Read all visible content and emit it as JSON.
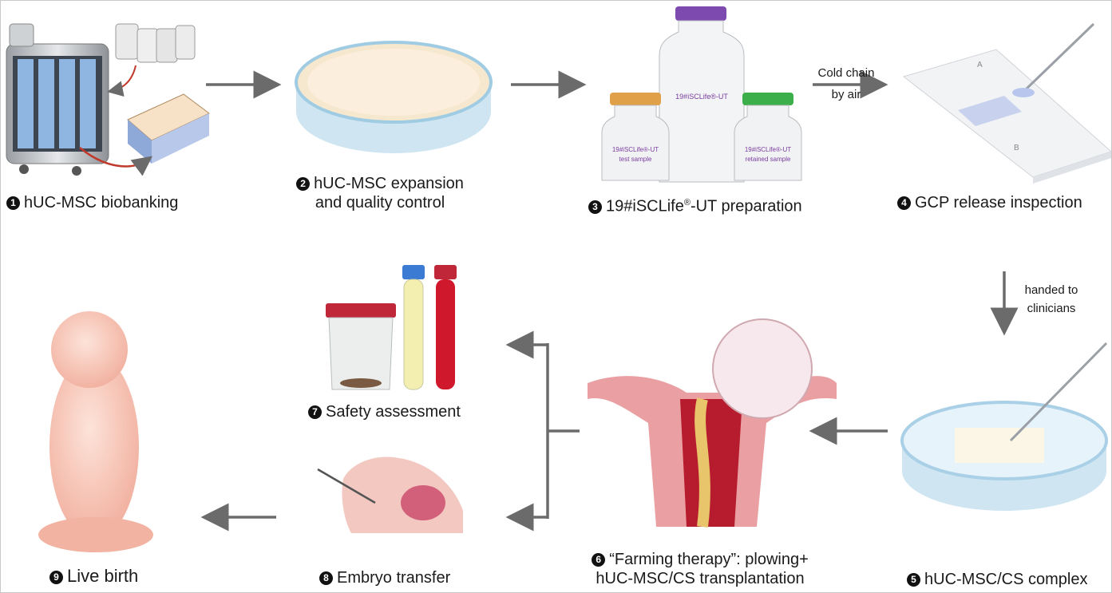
{
  "steps": [
    {
      "num": "1",
      "label": "hUC-MSC biobanking"
    },
    {
      "num": "2",
      "label_line1": "hUC-MSC expansion",
      "label_line2": "and quality control"
    },
    {
      "num": "3",
      "label_pre": "19#iSCLife",
      "label_sup": "®",
      "label_post": "-UT preparation"
    },
    {
      "num": "4",
      "label": "GCP release inspection"
    },
    {
      "num": "5",
      "label": "hUC-MSC/CS complex"
    },
    {
      "num": "6",
      "label_line1": "“Farming therapy”:  plowing+",
      "label_line2": "hUC-MSC/CS transplantation"
    },
    {
      "num": "7",
      "label": "Safety assessment"
    },
    {
      "num": "8",
      "label": "Embryo transfer"
    },
    {
      "num": "9",
      "label": "Live birth"
    }
  ],
  "transport": {
    "line1": "Cold chain",
    "line2": "by air"
  },
  "handoff": {
    "line1": "handed to",
    "line2": "clinicians"
  },
  "vials": {
    "big": "19#iSCLife®-UT",
    "left_line1": "19#iSCLife®-UT",
    "left_line2": "test sample",
    "right_line1": "19#iSCLife®-UT",
    "right_line2": "retained sample"
  },
  "slide": {
    "mark_a": "A",
    "mark_b": "B"
  },
  "colors": {
    "arrow": "#6b6b6b",
    "vial_cap_left": "#e0a048",
    "vial_cap_big": "#7d4bb0",
    "vial_cap_right": "#3cae4a",
    "tissue": "#e8a0a0",
    "dish": "#cfe6f2"
  }
}
